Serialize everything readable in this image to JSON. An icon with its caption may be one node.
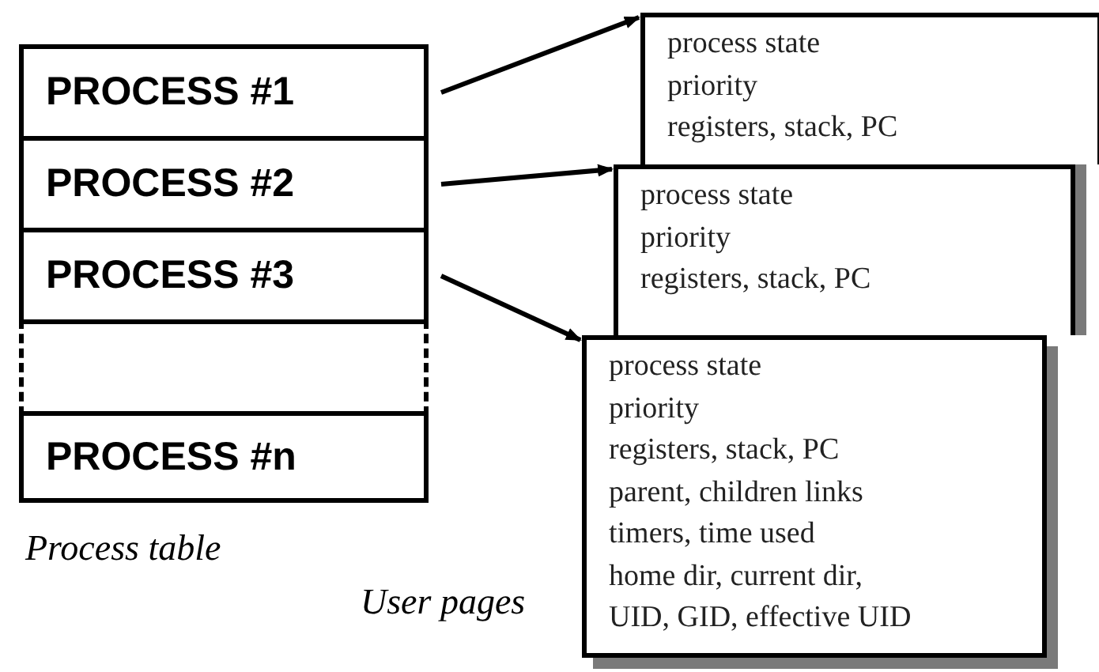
{
  "diagram": {
    "nodes": [
      {
        "text": [
          "Process table"
        ]
      },
      {
        "text": [
          "PROCESS #1"
        ],
        "in": 0
      },
      {
        "text": [
          "PROCESS #2"
        ],
        "in": 0
      },
      {
        "text": [
          "PROCESS #3"
        ],
        "in": 0
      },
      {
        "text": [],
        "shape": "box",
        "in": 0
      },
      {
        "text": [
          "PROCESS #n"
        ],
        "in": 0
      },
      {
        "text": [
          "process state",
          "priority",
          "registers, stack, PC"
        ]
      },
      {
        "text": [
          "process state",
          "priority",
          "registers, stack, PC"
        ]
      },
      {
        "text": [
          "process state",
          "priority",
          "registers, stack, PC",
          "parent, children links",
          "timers, time used",
          "home dir, current dir,",
          "UID, GID, effective UID"
        ]
      }
    ],
    "edges": [
      {
        "from": 1,
        "to": 6,
        "arrow": "to"
      },
      {
        "from": 2,
        "to": 7,
        "arrow": "to"
      },
      {
        "from": 3,
        "to": 8,
        "arrow": "to"
      }
    ],
    "labels": [
      "User pages"
    ]
  }
}
